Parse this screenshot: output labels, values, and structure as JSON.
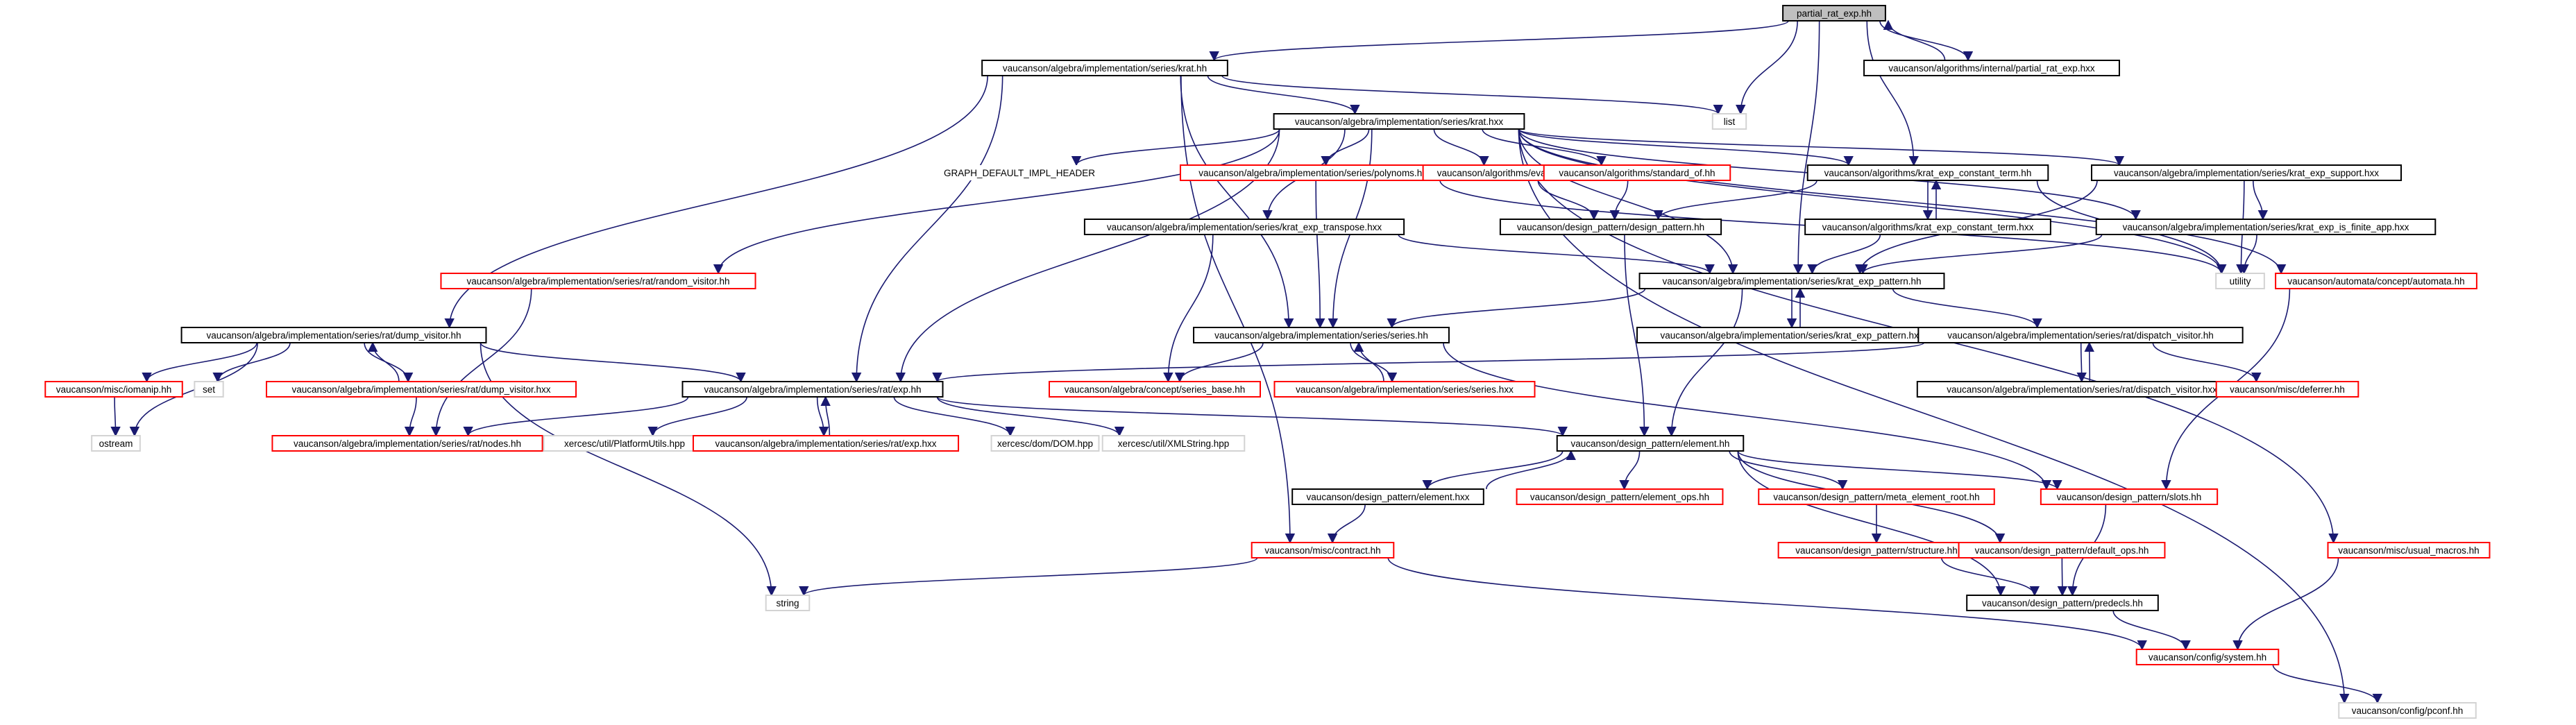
{
  "colors": {
    "edge": "#191970",
    "root_fill": "#bfbfbf",
    "box_black": "#000000",
    "box_red": "#ff0000",
    "box_gray": "#d3d3d3"
  },
  "nodes": [
    {
      "id": "partial_rat_exp_hh",
      "label": "partial_rat_exp.hh",
      "style": "root"
    },
    {
      "id": "alg_partial_rat_exp_hxx",
      "label": "vaucanson/algorithms/internal/partial_rat_exp.hxx",
      "style": "black"
    },
    {
      "id": "krat_hh",
      "label": "vaucanson/algebra/implementation/series/krat.hh",
      "style": "black"
    },
    {
      "id": "list",
      "label": "list",
      "style": "gray"
    },
    {
      "id": "krat_hxx",
      "label": "vaucanson/algebra/implementation/series/krat.hxx",
      "style": "black"
    },
    {
      "id": "graph_default",
      "label": "GRAPH_DEFAULT_IMPL_HEADER",
      "style": "none"
    },
    {
      "id": "polynoms_hh",
      "label": "vaucanson/algebra/implementation/series/polynoms.hh",
      "style": "red"
    },
    {
      "id": "eval_hh",
      "label": "vaucanson/algorithms/eval.hh",
      "style": "red"
    },
    {
      "id": "standard_of_hh",
      "label": "vaucanson/algorithms/standard_of.hh",
      "style": "red"
    },
    {
      "id": "kecst_hh",
      "label": "vaucanson/algorithms/krat_exp_constant_term.hh",
      "style": "black"
    },
    {
      "id": "kesupp_hxx",
      "label": "vaucanson/algebra/implementation/series/krat_exp_support.hxx",
      "style": "black"
    },
    {
      "id": "ketr_hxx",
      "label": "vaucanson/algebra/implementation/series/krat_exp_transpose.hxx",
      "style": "black"
    },
    {
      "id": "design_pattern_hh",
      "label": "vaucanson/design_pattern/design_pattern.hh",
      "style": "black"
    },
    {
      "id": "kecst_hxx",
      "label": "vaucanson/algorithms/krat_exp_constant_term.hxx",
      "style": "black"
    },
    {
      "id": "keifs_hxx",
      "label": "vaucanson/algebra/implementation/series/krat_exp_is_finite_app.hxx",
      "style": "black"
    },
    {
      "id": "utility",
      "label": "utility",
      "style": "gray"
    },
    {
      "id": "automata_hh",
      "label": "vaucanson/automata/concept/automata.hh",
      "style": "red"
    },
    {
      "id": "random_visitor_hh",
      "label": "vaucanson/algebra/implementation/series/rat/random_visitor.hh",
      "style": "red"
    },
    {
      "id": "kep_hh",
      "label": "vaucanson/algebra/implementation/series/krat_exp_pattern.hh",
      "style": "black"
    },
    {
      "id": "dump_visitor_hh",
      "label": "vaucanson/algebra/implementation/series/rat/dump_visitor.hh",
      "style": "black"
    },
    {
      "id": "series_hh",
      "label": "vaucanson/algebra/implementation/series/series.hh",
      "style": "black"
    },
    {
      "id": "kep_hxx",
      "label": "vaucanson/algebra/implementation/series/krat_exp_pattern.hxx",
      "style": "black"
    },
    {
      "id": "dispatch_hh",
      "label": "vaucanson/algebra/implementation/series/rat/dispatch_visitor.hh",
      "style": "black"
    },
    {
      "id": "iomanip_hh",
      "label": "vaucanson/misc/iomanip.hh",
      "style": "red"
    },
    {
      "id": "set",
      "label": "set",
      "style": "gray"
    },
    {
      "id": "dump_visitor_hxx",
      "label": "vaucanson/algebra/implementation/series/rat/dump_visitor.hxx",
      "style": "red"
    },
    {
      "id": "exp_hh",
      "label": "vaucanson/algebra/implementation/series/rat/exp.hh",
      "style": "black"
    },
    {
      "id": "series_base_hh",
      "label": "vaucanson/algebra/concept/series_base.hh",
      "style": "red"
    },
    {
      "id": "series_hxx",
      "label": "vaucanson/algebra/implementation/series/series.hxx",
      "style": "red"
    },
    {
      "id": "dispatch_hxx",
      "label": "vaucanson/algebra/implementation/series/rat/dispatch_visitor.hxx",
      "style": "black"
    },
    {
      "id": "deferrer_hh",
      "label": "vaucanson/misc/deferrer.hh",
      "style": "red"
    },
    {
      "id": "ostream",
      "label": "ostream",
      "style": "gray"
    },
    {
      "id": "nodes_hh",
      "label": "vaucanson/algebra/implementation/series/rat/nodes.hh",
      "style": "red"
    },
    {
      "id": "platformutils",
      "label": "xercesc/util/PlatformUtils.hpp",
      "style": "gray"
    },
    {
      "id": "exp_hxx",
      "label": "vaucanson/algebra/implementation/series/rat/exp.hxx",
      "style": "red"
    },
    {
      "id": "dom_hpp",
      "label": "xercesc/dom/DOM.hpp",
      "style": "gray"
    },
    {
      "id": "xmlstring",
      "label": "xercesc/util/XMLString.hpp",
      "style": "gray"
    },
    {
      "id": "element_hh",
      "label": "vaucanson/design_pattern/element.hh",
      "style": "black"
    },
    {
      "id": "element_hxx",
      "label": "vaucanson/design_pattern/element.hxx",
      "style": "black"
    },
    {
      "id": "element_ops_hh",
      "label": "vaucanson/design_pattern/element_ops.hh",
      "style": "red"
    },
    {
      "id": "meta_element_root_hh",
      "label": "vaucanson/design_pattern/meta_element_root.hh",
      "style": "red"
    },
    {
      "id": "slots_hh",
      "label": "vaucanson/design_pattern/slots.hh",
      "style": "red"
    },
    {
      "id": "contract_hh",
      "label": "vaucanson/misc/contract.hh",
      "style": "red"
    },
    {
      "id": "structure_hh",
      "label": "vaucanson/design_pattern/structure.hh",
      "style": "red"
    },
    {
      "id": "default_ops_hh",
      "label": "vaucanson/design_pattern/default_ops.hh",
      "style": "red"
    },
    {
      "id": "usual_macros_hh",
      "label": "vaucanson/misc/usual_macros.hh",
      "style": "red"
    },
    {
      "id": "string",
      "label": "string",
      "style": "gray"
    },
    {
      "id": "predecls_hh",
      "label": "vaucanson/design_pattern/predecls.hh",
      "style": "black"
    },
    {
      "id": "system_hh",
      "label": "vaucanson/config/system.hh",
      "style": "red"
    },
    {
      "id": "pconf_hh",
      "label": "vaucanson/config/pconf.hh",
      "style": "gray"
    }
  ],
  "edges": [
    [
      "partial_rat_exp_hh",
      "krat_hh"
    ],
    [
      "partial_rat_exp_hh",
      "list"
    ],
    [
      "partial_rat_exp_hh",
      "kecst_hh"
    ],
    [
      "partial_rat_exp_hh",
      "kep_hh"
    ],
    [
      "partial_rat_exp_hh",
      "alg_partial_rat_exp_hxx"
    ],
    [
      "alg_partial_rat_exp_hxx",
      "partial_rat_exp_hh"
    ],
    [
      "krat_hh",
      "krat_hxx"
    ],
    [
      "krat_hh",
      "list"
    ],
    [
      "krat_hh",
      "dump_visitor_hh"
    ],
    [
      "krat_hh",
      "exp_hh"
    ],
    [
      "krat_hh",
      "series_hh"
    ],
    [
      "krat_hh",
      "contract_hh"
    ],
    [
      "krat_hxx",
      "graph_default"
    ],
    [
      "krat_hxx",
      "polynoms_hh"
    ],
    [
      "krat_hxx",
      "eval_hh"
    ],
    [
      "krat_hxx",
      "standard_of_hh"
    ],
    [
      "krat_hxx",
      "kecst_hh"
    ],
    [
      "krat_hxx",
      "kesupp_hxx"
    ],
    [
      "krat_hxx",
      "ketr_hxx"
    ],
    [
      "krat_hxx",
      "random_visitor_hh"
    ],
    [
      "krat_hxx",
      "series_hh"
    ],
    [
      "krat_hxx",
      "exp_hh"
    ],
    [
      "krat_hxx",
      "keifs_hxx"
    ],
    [
      "krat_hxx",
      "utility"
    ],
    [
      "krat_hxx",
      "automata_hh"
    ],
    [
      "krat_hxx",
      "usual_macros_hh"
    ],
    [
      "krat_hxx",
      "pconf_hh"
    ],
    [
      "krat_hxx",
      "kep_hh"
    ],
    [
      "polynoms_hh",
      "series_hh"
    ],
    [
      "polynoms_hh",
      "utility"
    ],
    [
      "eval_hh",
      "design_pattern_hh"
    ],
    [
      "standard_of_hh",
      "design_pattern_hh"
    ],
    [
      "kecst_hh",
      "design_pattern_hh"
    ],
    [
      "kecst_hh",
      "kecst_hxx"
    ],
    [
      "kecst_hh",
      "utility"
    ],
    [
      "kecst_hxx",
      "kecst_hh"
    ],
    [
      "kecst_hxx",
      "kep_hh"
    ],
    [
      "kesupp_hxx",
      "keifs_hxx"
    ],
    [
      "kesupp_hxx",
      "utility"
    ],
    [
      "kesupp_hxx",
      "kep_hh"
    ],
    [
      "keifs_hxx",
      "utility"
    ],
    [
      "keifs_hxx",
      "kep_hh"
    ],
    [
      "ketr_hxx",
      "series_base_hh"
    ],
    [
      "ketr_hxx",
      "kep_hh"
    ],
    [
      "design_pattern_hh",
      "element_hh"
    ],
    [
      "random_visitor_hh",
      "nodes_hh"
    ],
    [
      "kep_hh",
      "series_hh"
    ],
    [
      "kep_hh",
      "kep_hxx"
    ],
    [
      "kep_hh",
      "dispatch_hh"
    ],
    [
      "kep_hh",
      "element_hh"
    ],
    [
      "kep_hxx",
      "kep_hh"
    ],
    [
      "dispatch_hh",
      "exp_hh"
    ],
    [
      "dispatch_hh",
      "dispatch_hxx"
    ],
    [
      "dispatch_hh",
      "deferrer_hh"
    ],
    [
      "dispatch_hxx",
      "dispatch_hh"
    ],
    [
      "dump_visitor_hh",
      "iomanip_hh"
    ],
    [
      "dump_visitor_hh",
      "set"
    ],
    [
      "dump_visitor_hh",
      "dump_visitor_hxx"
    ],
    [
      "dump_visitor_hh",
      "exp_hh"
    ],
    [
      "dump_visitor_hh",
      "ostream"
    ],
    [
      "dump_visitor_hh",
      "string"
    ],
    [
      "dump_visitor_hxx",
      "dump_visitor_hh"
    ],
    [
      "dump_visitor_hxx",
      "nodes_hh"
    ],
    [
      "iomanip_hh",
      "ostream"
    ],
    [
      "series_hh",
      "series_base_hh"
    ],
    [
      "series_hh",
      "series_hxx"
    ],
    [
      "series_hh",
      "slots_hh"
    ],
    [
      "series_hxx",
      "series_hh"
    ],
    [
      "exp_hh",
      "nodes_hh"
    ],
    [
      "exp_hh",
      "platformutils"
    ],
    [
      "exp_hh",
      "exp_hxx"
    ],
    [
      "exp_hh",
      "dom_hpp"
    ],
    [
      "exp_hh",
      "xmlstring"
    ],
    [
      "exp_hh",
      "element_hh"
    ],
    [
      "exp_hxx",
      "exp_hh"
    ],
    [
      "element_hh",
      "element_hxx"
    ],
    [
      "element_hh",
      "element_ops_hh"
    ],
    [
      "element_hh",
      "meta_element_root_hh"
    ],
    [
      "element_hh",
      "slots_hh"
    ],
    [
      "element_hh",
      "default_ops_hh"
    ],
    [
      "element_hh",
      "predecls_hh"
    ],
    [
      "element_hxx",
      "element_hh"
    ],
    [
      "element_hxx",
      "contract_hh"
    ],
    [
      "meta_element_root_hh",
      "structure_hh"
    ],
    [
      "structure_hh",
      "predecls_hh"
    ],
    [
      "default_ops_hh",
      "predecls_hh"
    ],
    [
      "slots_hh",
      "predecls_hh"
    ],
    [
      "automata_hh",
      "slots_hh"
    ],
    [
      "contract_hh",
      "string"
    ],
    [
      "contract_hh",
      "system_hh"
    ],
    [
      "predecls_hh",
      "system_hh"
    ],
    [
      "usual_macros_hh",
      "system_hh"
    ],
    [
      "system_hh",
      "pconf_hh"
    ]
  ]
}
